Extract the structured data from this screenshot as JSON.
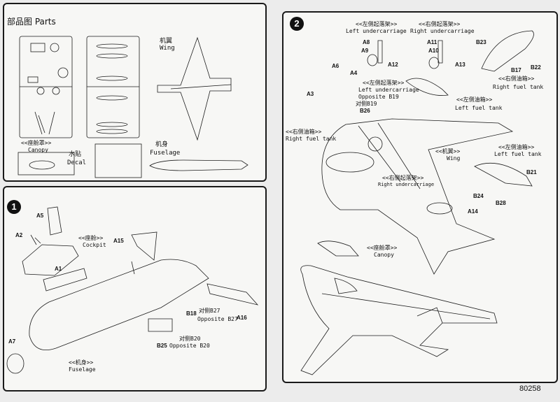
{
  "parts_panel": {
    "title": "部品图 Parts",
    "wing_cn": "机翼",
    "wing_en": "Wing",
    "canopy": "<<座舱罩>>",
    "canopy_en": "Canopy",
    "decal_cn": "水贴",
    "decal_en": "Decal",
    "fuselage_cn": "机身",
    "fuselage_en": "Fuselage"
  },
  "step1": {
    "number": "1",
    "cockpit_cn": "<<座舱>>",
    "cockpit_en": "Cockpit",
    "fuselage_cn": "<<机身>>",
    "fuselage_en": "Fuselage",
    "parts": {
      "a5": "A5",
      "a2": "A2",
      "a1": "A1",
      "a15": "A15",
      "a7": "A7",
      "a16": "A16",
      "b18": "B18",
      "b27": "对侧B27",
      "b27_en": "Opposite B27",
      "b25": "B25",
      "b20": "对侧B20",
      "b20_en": "Opposite B20"
    }
  },
  "step2": {
    "number": "2",
    "left_uc_cn": "<<左侧起落架>>",
    "left_uc_en": "Left undercarriage",
    "right_uc_cn": "<<右侧起落架>>",
    "right_uc_en": "Right undercarriage",
    "right_tank_cn": "<<右侧油箱>>",
    "right_tank_en": "Right fuel tank",
    "left_tank_cn": "<<左侧油箱>>",
    "left_tank_en": "Left fuel tank",
    "left_uc2_cn": "<<左侧起落架>>",
    "left_uc2_en": "Left undercarriage",
    "opp_b19_en": "Opposite B19",
    "opp_b19_cn": "对侧B19",
    "b26": "B26",
    "right_tank2_cn": "<<右侧油箱>>",
    "right_tank2_en": "Right fuel tank",
    "wing_cn": "<<机翼>>",
    "wing_en": "Wing",
    "right_uc2_cn": "<<右侧起落架>>",
    "right_uc2_en": "Right undercarriage",
    "left_tank2_cn": "<<左侧油箱>>",
    "left_tank2_en": "Left fuel tank",
    "canopy_cn": "<<座舱罩>>",
    "canopy_en": "Canopy",
    "parts": {
      "a8": "A8",
      "a9": "A9",
      "a12": "A12",
      "a11": "A11",
      "a10": "A10",
      "a13": "A13",
      "b23": "B23",
      "b17": "B17",
      "b22": "B22",
      "a6": "A6",
      "a4": "A4",
      "a3": "A3",
      "b21": "B21",
      "b24": "B24",
      "b28": "B28",
      "a14": "A14"
    }
  },
  "page_number": "80258"
}
